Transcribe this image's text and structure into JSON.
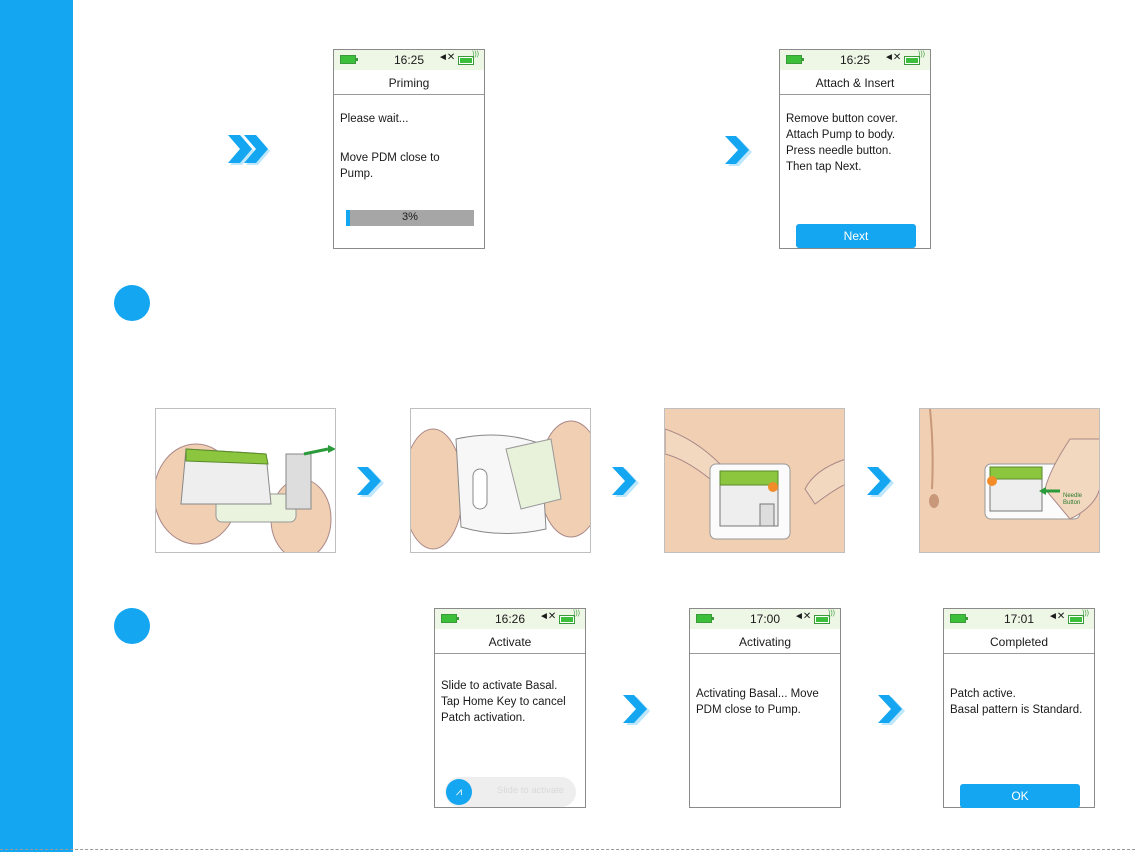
{
  "colors": {
    "accent": "#14a6f0",
    "battery": "#3cc03c",
    "skin": "#f0cfb3"
  },
  "screens": {
    "priming": {
      "time": "16:25",
      "title": "Priming",
      "lines": [
        "Please wait...",
        "Move PDM close to",
        "Pump."
      ],
      "progress": {
        "value_percent": 3,
        "label": "3%"
      }
    },
    "attach": {
      "time": "16:25",
      "title": "Attach & Insert",
      "lines": [
        "Remove button cover.",
        "Attach Pump to body.",
        "Press needle button.",
        "Then tap Next."
      ],
      "button": "Next"
    },
    "activate": {
      "time": "16:26",
      "title": "Activate",
      "lines": [
        "Slide to activate Basal.",
        "Tap Home Key to cancel",
        "Patch activation."
      ],
      "slider_label": "Slide to activate"
    },
    "activating": {
      "time": "17:00",
      "title": "Activating",
      "lines": [
        "Activating Basal... Move",
        "PDM close to Pump."
      ]
    },
    "completed": {
      "time": "17:01",
      "title": "Completed",
      "lines": [
        "Patch active.",
        "Basal pattern is Standard."
      ],
      "button": "OK"
    }
  },
  "illustrations": {
    "needle_button_label": [
      "Needle",
      "Button"
    ]
  },
  "icons": {
    "battery": "battery-icon",
    "mute": "mute-icon",
    "pump_battery": "pump-battery-icon",
    "arrow": "chevron-right-icon",
    "double_arrow": "double-chevron-right-icon",
    "basal": "basal-chart-icon"
  }
}
